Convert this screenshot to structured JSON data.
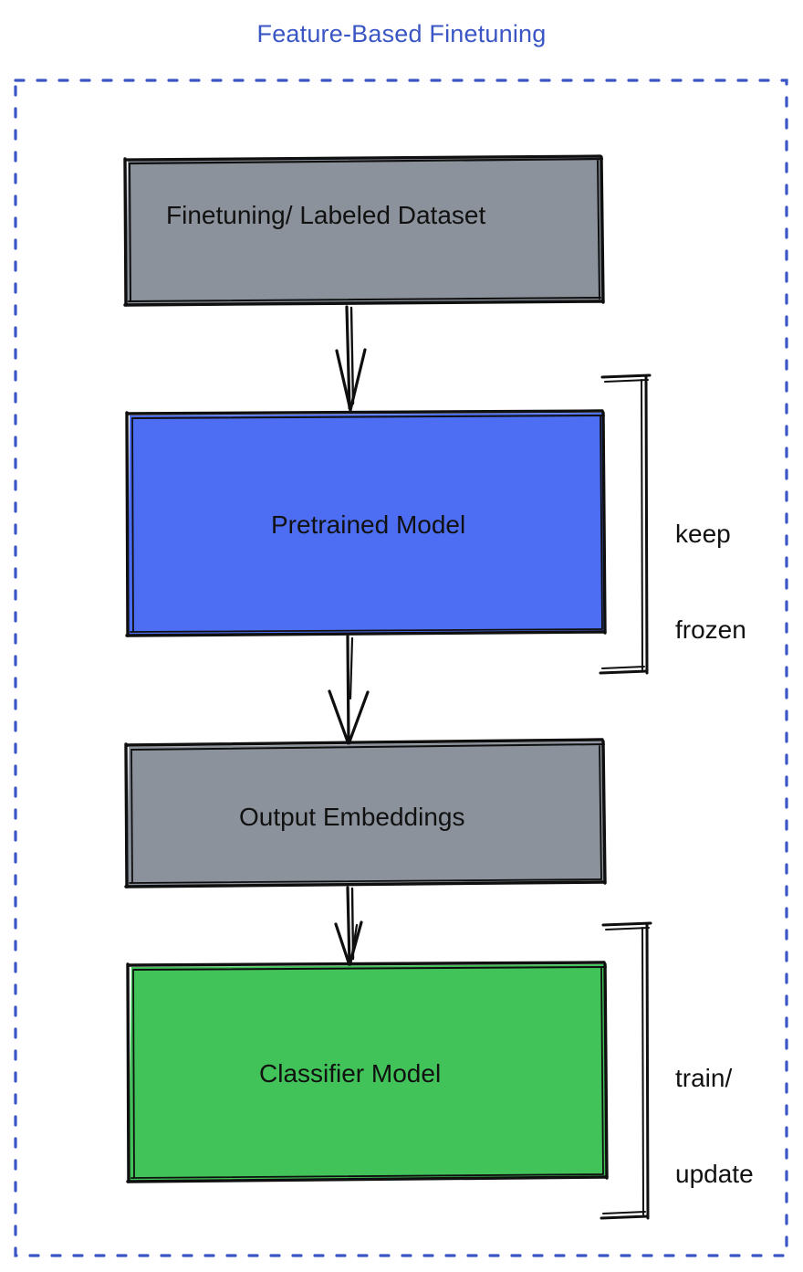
{
  "diagram": {
    "title": "Feature-Based Finetuning",
    "title_color": "#3a56c4",
    "frame": {
      "style": "dashed",
      "color": "#3a56c4"
    },
    "nodes": [
      {
        "id": "finetuning-dataset",
        "label": "Finetuning/ Labeled Dataset",
        "fill": "#8b929b",
        "stroke": "#0f0f0f",
        "shape": "rectangle"
      },
      {
        "id": "pretrained-model",
        "label": "Pretrained Model",
        "fill": "#4d6ef2",
        "stroke": "#0f0f0f",
        "shape": "rectangle"
      },
      {
        "id": "output-embeddings",
        "label": "Output Embeddings",
        "fill": "#8b929b",
        "stroke": "#0f0f0f",
        "shape": "rectangle"
      },
      {
        "id": "classifier-model",
        "label": "Classifier Model",
        "fill": "#41c359",
        "stroke": "#0f0f0f",
        "shape": "rectangle"
      }
    ],
    "edges": [
      {
        "id": "dataset-to-pretrained",
        "from": "finetuning-dataset",
        "to": "pretrained-model",
        "style": "arrow"
      },
      {
        "id": "pretrained-to-embeddings",
        "from": "pretrained-model",
        "to": "output-embeddings",
        "style": "arrow"
      },
      {
        "id": "embeddings-to-classifier",
        "from": "output-embeddings",
        "to": "classifier-model",
        "style": "arrow"
      }
    ],
    "annotations": [
      {
        "id": "keep-frozen",
        "line1": "keep",
        "line2": "frozen",
        "targets": "pretrained-model",
        "bracket": "right"
      },
      {
        "id": "train-update",
        "line1": "train/",
        "line2": "update",
        "targets": "classifier-model",
        "bracket": "right"
      }
    ]
  }
}
